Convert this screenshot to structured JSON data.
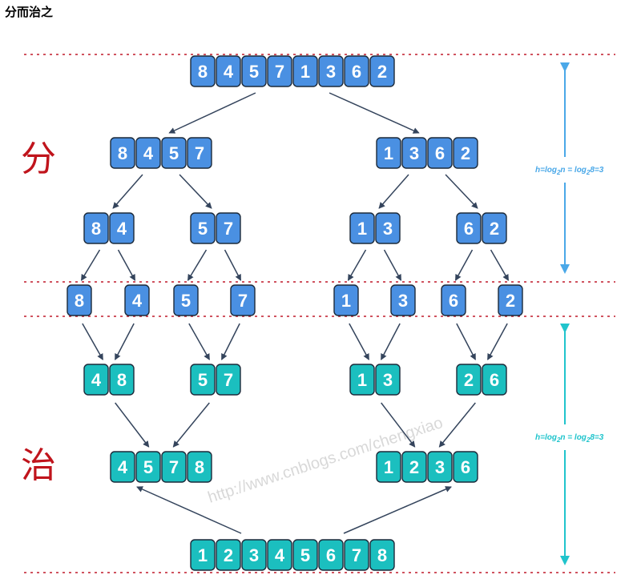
{
  "title": "分而治之",
  "label_divide": "分",
  "label_conquer": "治",
  "formula": {
    "prefix": "h=log",
    "sub1": "2",
    "mid": "n = log",
    "sub2": "2",
    "suffix": "8=3"
  },
  "watermark": "http://www.cnblogs.com/chengxiao",
  "colors": {
    "divide_box": "#4a90e2",
    "conquer_box": "#1bbfbf",
    "arrow": "#34445c",
    "dash": "#c01a2a",
    "divide_measure": "#4aa8e8",
    "conquer_measure": "#20c4cc"
  },
  "divide": {
    "level0": [
      [
        8,
        4,
        5,
        7,
        1,
        3,
        6,
        2
      ]
    ],
    "level1": [
      [
        8,
        4,
        5,
        7
      ],
      [
        1,
        3,
        6,
        2
      ]
    ],
    "level2": [
      [
        8,
        4
      ],
      [
        5,
        7
      ],
      [
        1,
        3
      ],
      [
        6,
        2
      ]
    ],
    "level3": [
      [
        8
      ],
      [
        4
      ],
      [
        5
      ],
      [
        7
      ],
      [
        1
      ],
      [
        3
      ],
      [
        6
      ],
      [
        2
      ]
    ]
  },
  "conquer": {
    "level2": [
      [
        4,
        8
      ],
      [
        5,
        7
      ],
      [
        1,
        3
      ],
      [
        2,
        6
      ]
    ],
    "level1": [
      [
        4,
        5,
        7,
        8
      ],
      [
        1,
        2,
        3,
        6
      ]
    ],
    "level0": [
      [
        1,
        2,
        3,
        4,
        5,
        6,
        7,
        8
      ]
    ]
  }
}
